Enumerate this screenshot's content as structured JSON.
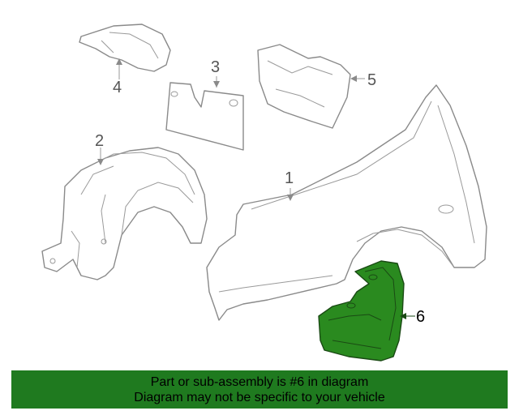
{
  "callouts": [
    {
      "id": "1",
      "text": "1"
    },
    {
      "id": "2",
      "text": "2"
    },
    {
      "id": "3",
      "text": "3"
    },
    {
      "id": "4",
      "text": "4"
    },
    {
      "id": "5",
      "text": "5"
    },
    {
      "id": "6",
      "text": "6"
    }
  ],
  "highlighted_part": "6",
  "colors": {
    "highlight": "#2a8a1f",
    "footer_bg": "#1f7a1f",
    "line": "#8a8a8a"
  },
  "footer": {
    "line1": "Part or sub-assembly is #6 in diagram",
    "line2": "Diagram may not be specific to your vehicle"
  }
}
